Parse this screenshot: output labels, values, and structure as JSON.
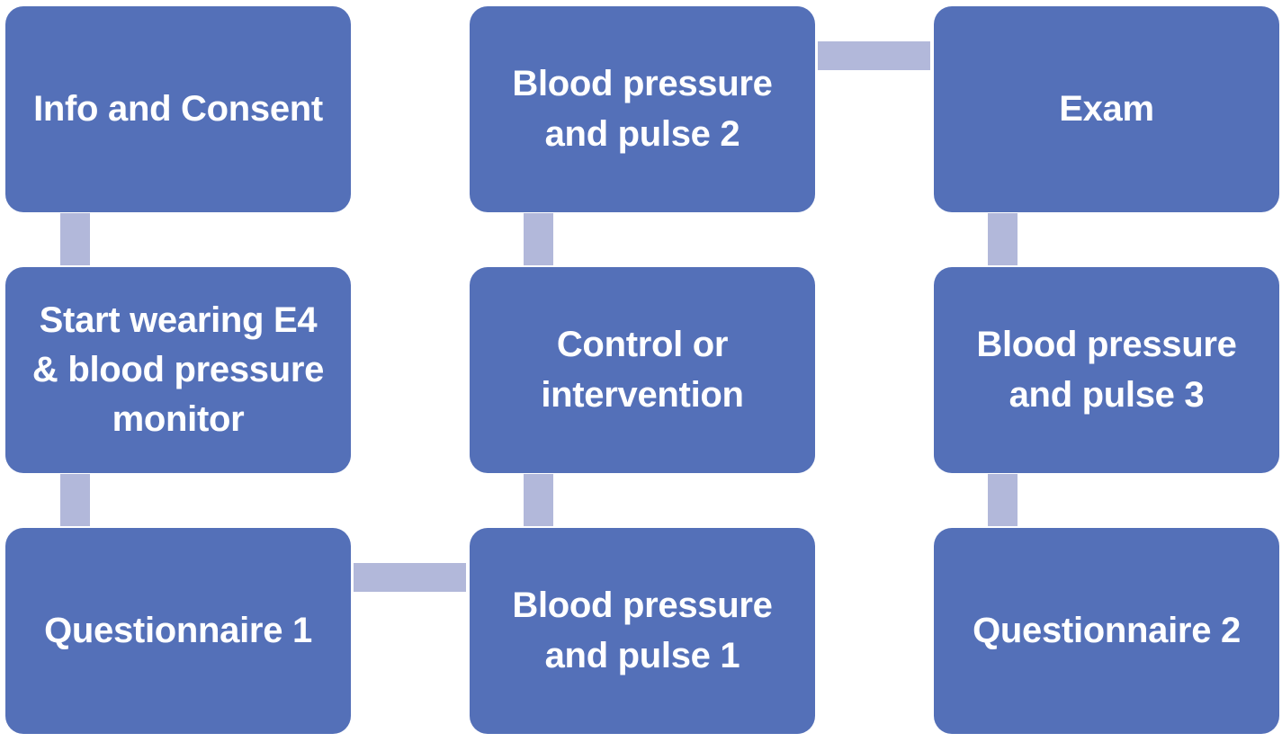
{
  "colors": {
    "box_fill": "#5470b8",
    "box_text": "#ffffff",
    "connector": "#b2b8da",
    "background": "#ffffff"
  },
  "flow": {
    "steps": [
      {
        "label": "Info and Consent"
      },
      {
        "label": "Start wearing E4\n& blood pressure\nmonitor"
      },
      {
        "label": "Questionnaire 1"
      },
      {
        "label": "Blood pressure\nand pulse 1"
      },
      {
        "label": "Control or\nintervention"
      },
      {
        "label": "Blood pressure\nand pulse 2"
      },
      {
        "label": "Exam"
      },
      {
        "label": "Blood pressure\nand  pulse 3"
      },
      {
        "label": "Questionnaire 2"
      }
    ]
  }
}
